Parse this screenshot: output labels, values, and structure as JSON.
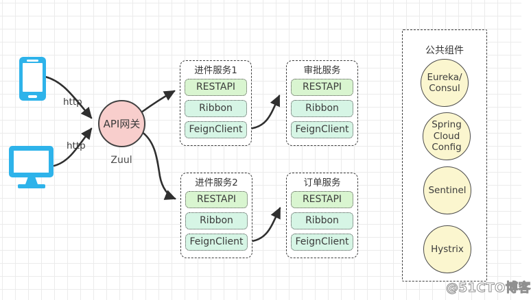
{
  "diagram": {
    "clients": {
      "mobile": {
        "icon": "smartphone-icon",
        "protocol_label": "http"
      },
      "desktop": {
        "icon": "desktop-monitor-icon",
        "protocol_label": "http"
      }
    },
    "gateway": {
      "label": "API网关",
      "sublabel": "Zuul"
    },
    "services": [
      {
        "title": "进件服务1",
        "items": [
          "RESTAPI",
          "Ribbon",
          "FeignClient"
        ]
      },
      {
        "title": "审批服务",
        "items": [
          "RESTAPI",
          "Ribbon",
          "FeignClient"
        ]
      },
      {
        "title": "进件服务2",
        "items": [
          "RESTAPI",
          "Ribbon",
          "FeignClient"
        ]
      },
      {
        "title": "订单服务",
        "items": [
          "RESTAPI",
          "Ribbon",
          "FeignClient"
        ]
      }
    ],
    "common_panel": {
      "title": "公共组件",
      "components": [
        "Eureka/\nConsul",
        "Spring\nCloud\nConfig",
        "Sentinel",
        "Hystrix"
      ]
    },
    "watermark": "@51CTO博客",
    "colors": {
      "client_icon": "#2eb3ea",
      "gateway_fill": "#f8cecc",
      "restapi_fill": "#d9f5d0",
      "ribbon_feign_fill": "#d6f5e5",
      "component_circle_fill": "#fbf6cf",
      "line": "#2f2f2f"
    }
  }
}
